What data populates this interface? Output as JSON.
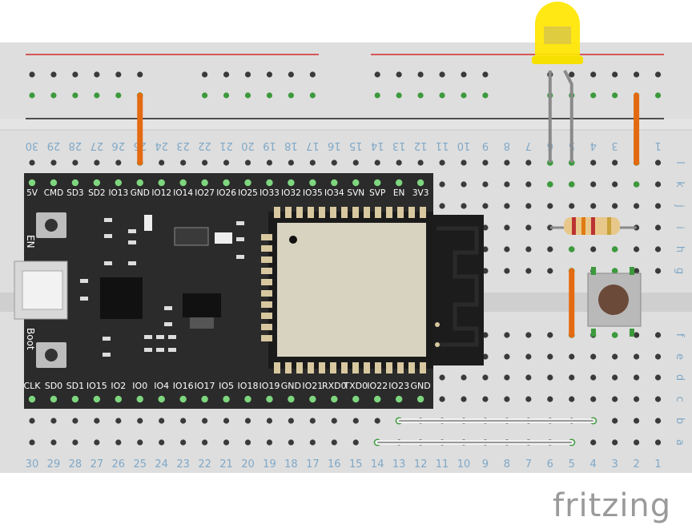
{
  "app": {
    "watermark": "fritzing"
  },
  "breadboard": {
    "column_numbers": [
      "30",
      "29",
      "28",
      "27",
      "26",
      "25",
      "24",
      "23",
      "22",
      "21",
      "20",
      "19",
      "18",
      "17",
      "16",
      "15",
      "14",
      "13",
      "12",
      "11",
      "10",
      "9",
      "8",
      "7",
      "6",
      "5",
      "4",
      "3",
      "2",
      "1"
    ],
    "top_row_letters": [
      "l",
      "k",
      "j",
      "i",
      "h",
      "g"
    ],
    "bottom_row_letters": [
      "f",
      "e",
      "d",
      "c",
      "b",
      "a"
    ],
    "colors": {
      "board": "#dedede",
      "rail_red": "#d22a2a",
      "rail_black": "#1e1e1e",
      "hole": "#3a3a3a",
      "hole_connected": "#3c9a3c",
      "label": "#7fa8c8"
    }
  },
  "esp32": {
    "top_pins": [
      "5V",
      "CMD",
      "SD3",
      "SD2",
      "IO13",
      "GND",
      "IO12",
      "IO14",
      "IO27",
      "IO26",
      "IO25",
      "IO33",
      "IO32",
      "IO35",
      "IO34",
      "SVN",
      "SVP",
      "EN",
      "3V3"
    ],
    "bottom_pins": [
      "CLK",
      "SD0",
      "SD1",
      "IO15",
      "IO2",
      "IO0",
      "IO4",
      "IO16",
      "IO17",
      "IO5",
      "IO18",
      "IO19",
      "GND",
      "IO21",
      "RXD0",
      "TXD0",
      "IO22",
      "IO23",
      "GND"
    ],
    "button_en_label": "EN",
    "button_boot_label": "Boot",
    "colors": {
      "pcb": "#2b2b2b",
      "module_shield": "#d8d2c0",
      "pin_green": "#7ed67e"
    }
  },
  "components": {
    "led": {
      "color": "#ffe600",
      "name": "yellow-led"
    },
    "resistor": {
      "name": "resistor"
    },
    "pushbutton": {
      "name": "pushbutton"
    },
    "wire_orange": "#e36a10",
    "wire_gray": "#9a9a9a"
  }
}
